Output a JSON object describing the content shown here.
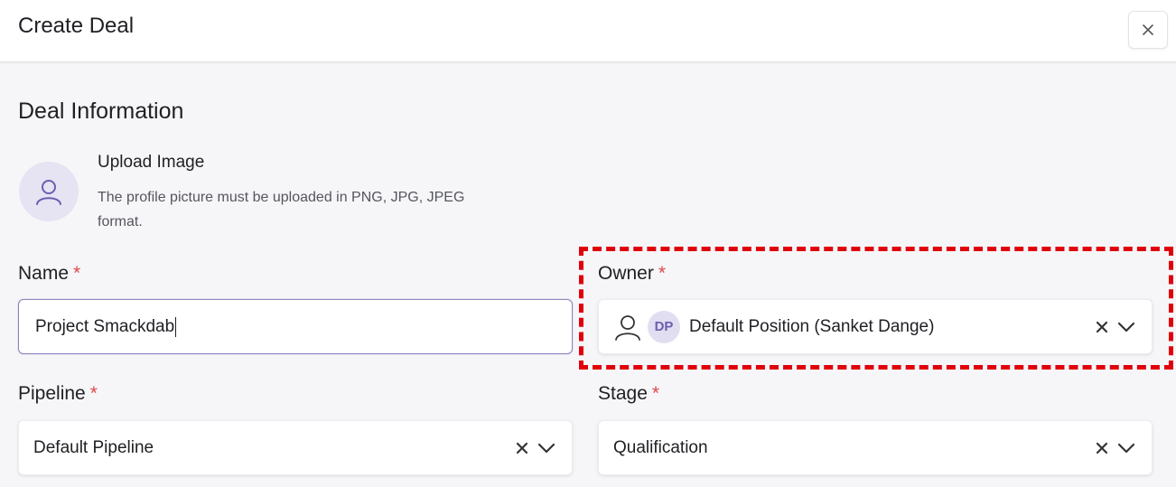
{
  "modal": {
    "title": "Create Deal",
    "close_icon": "close-icon"
  },
  "section": {
    "title": "Deal Information"
  },
  "upload": {
    "title": "Upload Image",
    "description": "The profile picture must be uploaded in PNG, JPG, JPEG format.",
    "icon": "user-icon"
  },
  "fields": {
    "name": {
      "label": "Name",
      "required_mark": "*",
      "value": "Project Smackdab"
    },
    "owner": {
      "label": "Owner",
      "required_mark": "*",
      "initials": "DP",
      "value": "Default Position (Sanket Dange)"
    },
    "pipeline": {
      "label": "Pipeline",
      "required_mark": "*",
      "value": "Default Pipeline"
    },
    "stage": {
      "label": "Stage",
      "required_mark": "*",
      "value": "Qualification"
    }
  },
  "colors": {
    "accent": "#8e84c4",
    "required": "#e04848",
    "highlight": "#e0000b",
    "avatar_bg": "#e6e3f3"
  }
}
